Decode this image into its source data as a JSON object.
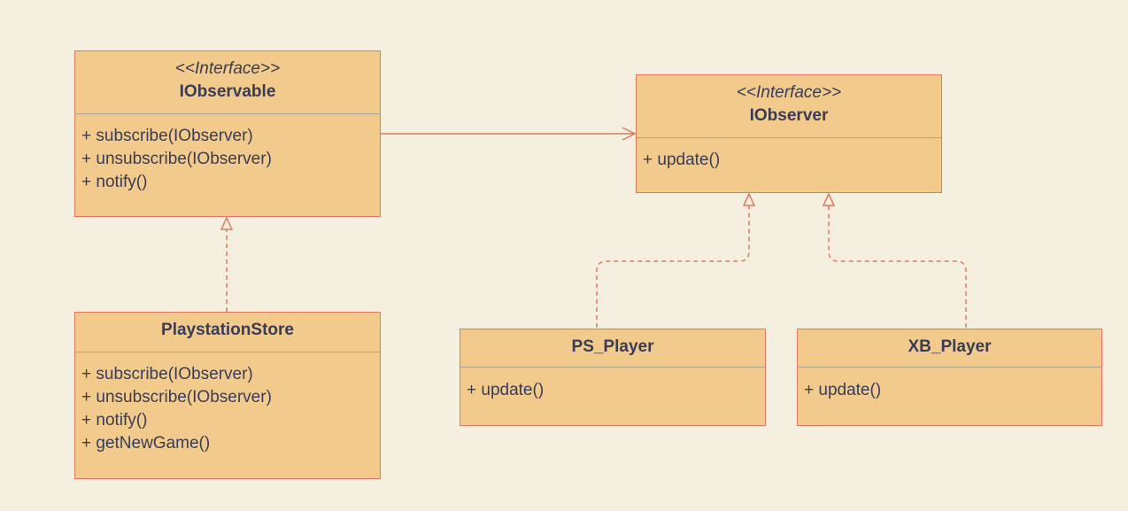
{
  "diagram": {
    "colors": {
      "background": "#F4EFDF",
      "class_fill": "#F2CB8C",
      "class_border": "#E07A5F",
      "connector": "#E07A5F",
      "text": "#393C56",
      "divider": "#A9A39A"
    },
    "classes": {
      "iobservable": {
        "stereotype": "<<Interface>>",
        "name": "IObservable",
        "methods": [
          "+ subscribe(IObserver)",
          "+ unsubscribe(IObserver)",
          "+ notify()"
        ]
      },
      "iobserver": {
        "stereotype": "<<Interface>>",
        "name": "IObserver",
        "methods": [
          "+ update()"
        ]
      },
      "playstation_store": {
        "name": "PlaystationStore",
        "methods": [
          "+ subscribe(IObserver)",
          "+ unsubscribe(IObserver)",
          "+ notify()",
          "+ getNewGame()"
        ]
      },
      "ps_player": {
        "name": "PS_Player",
        "methods": [
          "+ update()"
        ]
      },
      "xb_player": {
        "name": "XB_Player",
        "methods": [
          "+ update()"
        ]
      }
    },
    "relationships": [
      {
        "from": "IObservable",
        "to": "IObserver",
        "kind": "association"
      },
      {
        "from": "PlaystationStore",
        "to": "IObservable",
        "kind": "realization"
      },
      {
        "from": "PS_Player",
        "to": "IObserver",
        "kind": "realization"
      },
      {
        "from": "XB_Player",
        "to": "IObserver",
        "kind": "realization"
      }
    ]
  }
}
